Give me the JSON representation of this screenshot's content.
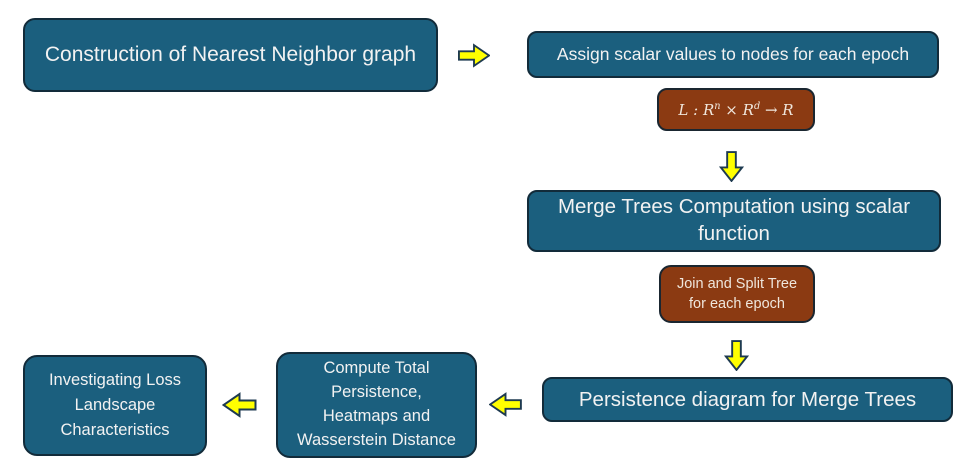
{
  "diagram": {
    "title": "Merge tree persistence pipeline flowchart",
    "colors": {
      "background": "#ffffff",
      "node_fill": "#1B5F7E",
      "node_border": "#122B3A",
      "node_text": "#F2F2F2",
      "annotation_fill": "#8B3A12",
      "annotation_border": "#1A2630",
      "annotation_text": "#EFE6DC",
      "arrow_fill": "#FFFF00",
      "arrow_border": "#1E3A50"
    },
    "nodes": [
      {
        "id": "construct-nn-graph",
        "label": "Construction of Nearest Neighbor graph"
      },
      {
        "id": "assign-scalar",
        "label": "Assign scalar values to nodes for each epoch"
      },
      {
        "id": "merge-trees",
        "label": [
          "Merge Trees Computation using scalar",
          "function"
        ]
      },
      {
        "id": "persistence-diagram",
        "label": "Persistence diagram for Merge Trees"
      },
      {
        "id": "compute-total",
        "label": [
          "Compute Total",
          "Persistence,",
          "Heatmaps and",
          "Wasserstein Distance"
        ]
      },
      {
        "id": "investigate-loss",
        "label": [
          "Investigating Loss",
          "Landscape",
          "Characteristics"
        ]
      }
    ],
    "annotations": [
      {
        "id": "scalar-function-formula",
        "formula": {
          "p1": "L : R",
          "sup1": "n",
          "p2": " × R",
          "sup2": "d",
          "p3": " → R"
        }
      },
      {
        "id": "join-split-tree",
        "label": [
          "Join and Split Tree",
          "for each epoch"
        ]
      }
    ],
    "arrows": [
      {
        "id": "arrow-1",
        "direction": "right",
        "from": "construct-nn-graph",
        "to": "assign-scalar"
      },
      {
        "id": "arrow-2",
        "direction": "down",
        "from": "assign-scalar",
        "to": "merge-trees"
      },
      {
        "id": "arrow-3",
        "direction": "down",
        "from": "merge-trees",
        "to": "persistence-diagram"
      },
      {
        "id": "arrow-4",
        "direction": "left",
        "from": "persistence-diagram",
        "to": "compute-total"
      },
      {
        "id": "arrow-5",
        "direction": "left",
        "from": "compute-total",
        "to": "investigate-loss"
      }
    ]
  }
}
